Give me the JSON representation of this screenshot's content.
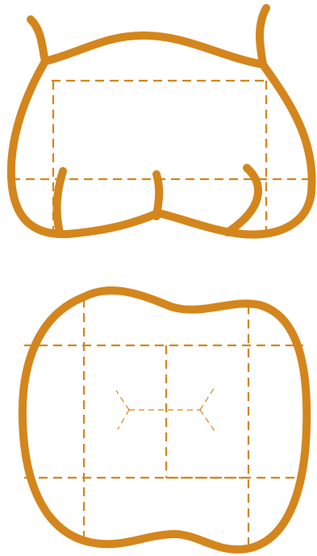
{
  "colors": {
    "stroke": "#D4861C",
    "background": "#FFFFFF"
  },
  "figures": [
    {
      "name": "tooth-side-view",
      "icon": "tooth-crown-with-roots"
    },
    {
      "name": "tooth-occlusal-view",
      "icon": "tooth-occlusal-surface"
    }
  ]
}
